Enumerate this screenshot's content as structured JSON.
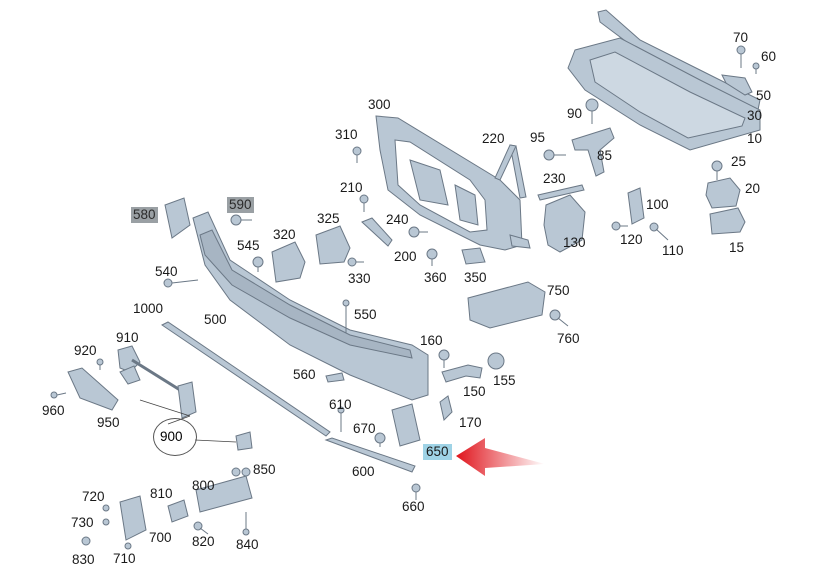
{
  "colors": {
    "part_fill": "#b9c7d4",
    "part_stroke": "#6b7886",
    "highlight_bg": "#9fd3e6",
    "gray_bg": "#9aa0a4",
    "arrow": "#e0141c"
  },
  "labels": {
    "l70": "70",
    "l60": "60",
    "l50": "50",
    "l30": "30",
    "l10": "10",
    "l300": "300",
    "l220": "220",
    "l95": "95",
    "l90": "90",
    "l85": "85",
    "l25": "25",
    "l20": "20",
    "l15": "15",
    "l310": "310",
    "l210": "210",
    "l230": "230",
    "l100": "100",
    "l110": "110",
    "l120": "120",
    "l130": "130",
    "l580": "580",
    "l590": "590",
    "l320": "320",
    "l325": "325",
    "l240": "240",
    "l200": "200",
    "l545": "545",
    "l330": "330",
    "l360": "360",
    "l350": "350",
    "l540": "540",
    "l750": "750",
    "l760": "760",
    "l1000": "1000",
    "l500": "500",
    "l550": "550",
    "l910": "910",
    "l920": "920",
    "l160": "160",
    "l155": "155",
    "l150": "150",
    "l560": "560",
    "l960": "960",
    "l950": "950",
    "l610": "610",
    "l170": "170",
    "l670": "670",
    "l900": "900",
    "l650": "650",
    "l600": "600",
    "l850": "850",
    "l720": "720",
    "l810": "810",
    "l800": "800",
    "l660": "660",
    "l730": "730",
    "l700": "700",
    "l820": "820",
    "l840": "840",
    "l830": "830",
    "l710": "710"
  }
}
